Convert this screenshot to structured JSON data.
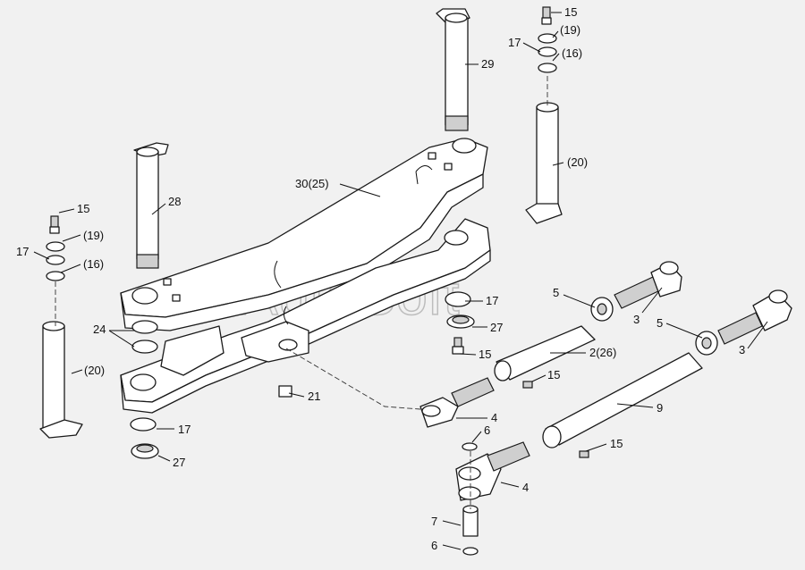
{
  "watermark": "AutoSoft",
  "callouts": {
    "c15_top": "15",
    "c19_top": "(19)",
    "c17_top": "17",
    "c16_top": "(16)",
    "c29": "29",
    "c20_top": "(20)",
    "c30": "30(25)",
    "c28": "28",
    "c15_left": "15",
    "c19_left": "(19)",
    "c17_left": "17",
    "c16_left": "(16)",
    "c17_mid": "17",
    "c27_mid": "27",
    "c15_mid": "15",
    "c5_a": "5",
    "c3_a": "3",
    "c5_b": "5",
    "c3_b": "3",
    "c24": "24",
    "c20_left": "(20)",
    "c21": "21",
    "c2": "2(26)",
    "c15_tube": "15",
    "c9": "9",
    "c4_a": "4",
    "c6_a": "6",
    "c15_b": "15",
    "c17_bot": "17",
    "c27_bot": "27",
    "c4_b": "4",
    "c7": "7",
    "c6_b": "6"
  }
}
